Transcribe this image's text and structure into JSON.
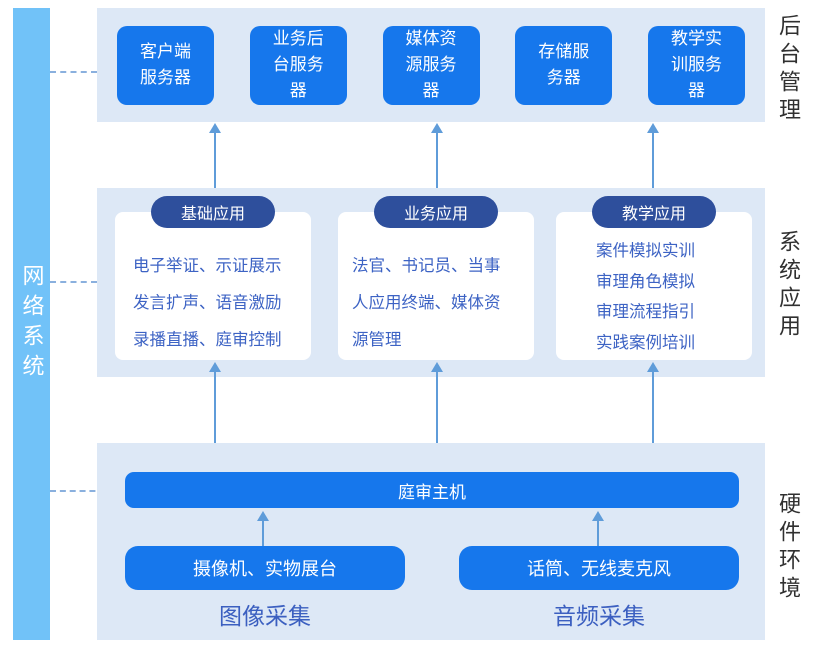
{
  "diagram_title": "court-trial-system-architecture",
  "colors": {
    "accent_blue": "#1677ec",
    "sky_blue_bar": "#71c2f8",
    "section_bg": "#dde8f6",
    "pill_navy": "#2e4f9c",
    "card_text_blue": "#3d63c4",
    "arrow_blue": "#5f9cd9",
    "side_label_text": "#303030"
  },
  "left_bar": {
    "label": "网络系统"
  },
  "side_labels": {
    "backend": "后台管理",
    "application": "系统应用",
    "hardware": "硬件环境"
  },
  "backend_section": {
    "servers": [
      {
        "label": "客户端服务器",
        "lines": [
          "客户端",
          "服务器"
        ]
      },
      {
        "label": "业务后台服务器",
        "lines": [
          "业务后",
          "台服务",
          "器"
        ]
      },
      {
        "label": "媒体资源服务器",
        "lines": [
          "媒体资",
          "源服务",
          "器"
        ]
      },
      {
        "label": "存储服务器",
        "lines": [
          "存储服",
          "务器"
        ]
      },
      {
        "label": "教学实训服务器",
        "lines": [
          "教学实",
          "训服务",
          "器"
        ]
      }
    ]
  },
  "application_section": {
    "cards": [
      {
        "title": "基础应用",
        "lines": [
          "电子举证、示证展示",
          "发言扩声、语音激励",
          "录播直播、庭审控制"
        ]
      },
      {
        "title": "业务应用",
        "lines": [
          "法官、书记员、当事",
          "人应用终端、媒体资",
          "源管理"
        ]
      },
      {
        "title": "教学应用",
        "lines": [
          "案件模拟实训",
          "审理角色模拟",
          "审理流程指引",
          "实践案例培训"
        ]
      }
    ]
  },
  "hardware_section": {
    "host_bar": "庭审主机",
    "devices": [
      {
        "label": "摄像机、实物展台",
        "category": "图像采集"
      },
      {
        "label": "话筒、无线麦克风",
        "category": "音频采集"
      }
    ]
  }
}
